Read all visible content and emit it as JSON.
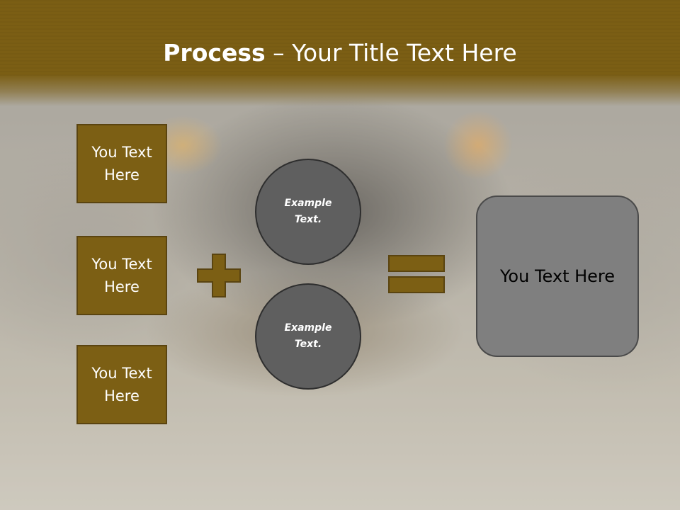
{
  "slide": {
    "title_bold": "Process",
    "title_rest": " – Your Title Text Here",
    "left_boxes": [
      {
        "text": "You Text Here"
      },
      {
        "text": "You Text Here"
      },
      {
        "text": "You Text Here"
      }
    ],
    "circles": [
      {
        "text": "Example Text."
      },
      {
        "text": "Example Text."
      }
    ],
    "result_text": "You Text Here",
    "operator_plus_icon": "plus-icon",
    "operator_equals_icon": "equals-icon",
    "colors": {
      "brand_brown": "#7c5f14",
      "circle_gray": "#5f5f5f",
      "result_gray": "#7f7f7f"
    }
  }
}
